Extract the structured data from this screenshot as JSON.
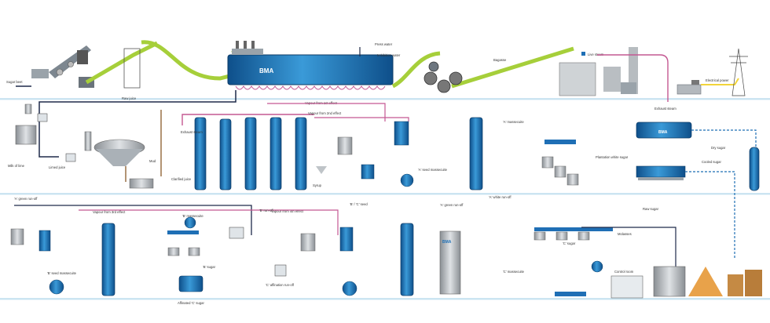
{
  "labels": {
    "sugar_beet": "Sugar beet",
    "press_water": "Press water",
    "imbibition_water": "Imbibition water",
    "bagasse": "Bagasse",
    "live_steam": "Live steam",
    "electrical_power": "Electrical power",
    "raw_juice": "Raw juice",
    "exhaust_steam_top": "Exhaust steam",
    "vapour_1st": "Vapour from 1st effect",
    "exhaust_steam": "Exhaust steam",
    "vapour_2nd": "Vapour from 2nd effect",
    "milk_of_lime": "Milk of lime",
    "limed_juice": "Limed juice",
    "mud": "Mud",
    "clarified_juice": "Clarified juice",
    "syrup": "Syrup",
    "b_c_seed": "'B' / 'C' seed",
    "a_massecuite": "'A' massecuite",
    "a_seed_massecuite": "'A' seed massecuite",
    "a_white_run_off": "'A' white run-off",
    "a_green_run_off_mid": "'A' green run-off",
    "plantation_white_sugar": "Plantation white sugar",
    "dry_sugar": "Dry sugar",
    "cooled_sugar": "Cooled sugar",
    "raw_sugar": "Raw sugar",
    "a_green_run_off": "'A' green run-off",
    "vapour_3rd": "Vapour from 3rd effect",
    "vapour_4th": "Vapour from 4th effect",
    "b_massecuite": "'B' massecuite",
    "b_run_off": "'B' run-off",
    "b_seed_massecuite": "'B' seed massecuite",
    "b_sugar": "'B' sugar",
    "affinated_c_sugar": "Affinated 'C' sugar",
    "c_affination_run_off": "'C' affination run-off",
    "c_sugar": "'C' sugar",
    "c_massecuite": "'C' massecuite",
    "molasses": "Molasses",
    "control_room": "Control room"
  },
  "brand": "BMA",
  "colors": {
    "band_bg": "#e6f3fb",
    "band_line": "#6ab4dd",
    "conveyor": "#a6cf3a",
    "steam": "#c45892",
    "juice": "#1e2a4a",
    "water": "#7fc4e6",
    "vessel": "#1f6fb5",
    "mud": "#8a5a2a",
    "sugar_pile": "#e8a24a"
  }
}
